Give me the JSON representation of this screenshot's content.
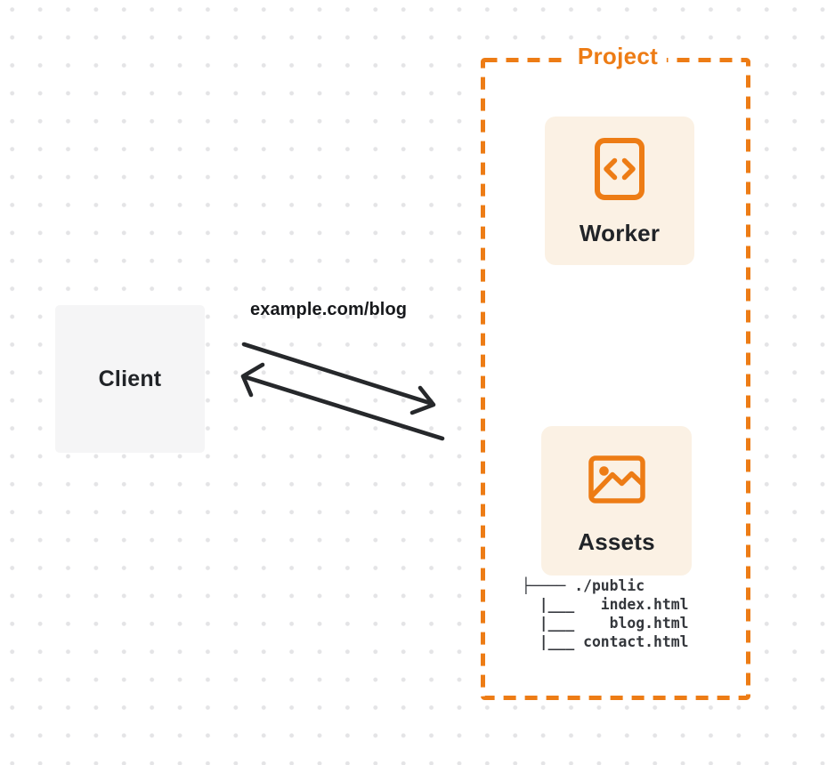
{
  "colors": {
    "accent": "#ED7C15",
    "card_bg": "#FBF1E4",
    "client_bg": "#F5F5F6",
    "text": "#212428",
    "arrow": "#26282B",
    "dot": "#E4E4E6",
    "background": "#FFFFFF"
  },
  "client": {
    "label": "Client"
  },
  "request": {
    "url_label": "example.com/blog"
  },
  "project": {
    "label": "Project",
    "worker": {
      "label": "Worker",
      "icon": "code-file-icon"
    },
    "assets": {
      "label": "Assets",
      "icon": "image-icon",
      "file_tree": [
        "├──── ./public",
        "  |___   index.html",
        "  |___    blog.html",
        "  |___ contact.html"
      ]
    }
  }
}
